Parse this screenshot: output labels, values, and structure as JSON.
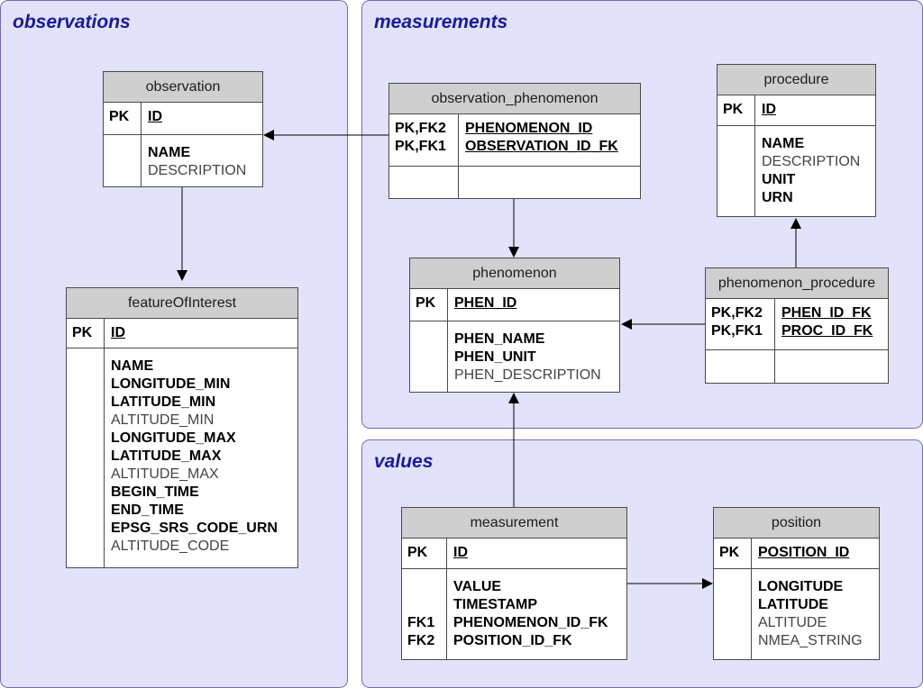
{
  "groups": {
    "observations": "observations",
    "measurements": "measurements",
    "values": "values"
  },
  "tables": {
    "observation": {
      "name": "observation",
      "pk_key": "PK",
      "pk_field": "ID",
      "body_keys": [
        "",
        ""
      ],
      "body_fields": [
        "NAME",
        "DESCRIPTION"
      ]
    },
    "featureOfInterest": {
      "name": "featureOfInterest",
      "pk_key": "PK",
      "pk_field": "ID",
      "body_fields": [
        "NAME",
        "LONGITUDE_MIN",
        "LATITUDE_MIN",
        "ALTITUDE_MIN",
        "LONGITUDE_MAX",
        "LATITUDE_MAX",
        "ALTITUDE_MAX",
        "BEGIN_TIME",
        "END_TIME",
        "EPSG_SRS_CODE_URN",
        "ALTITUDE_CODE"
      ]
    },
    "observation_phenomenon": {
      "name": "observation_phenomenon",
      "pk_keys": [
        "PK,FK2",
        "PK,FK1"
      ],
      "pk_fields": [
        "PHENOMENON_ID",
        "OBSERVATION_ID_FK"
      ]
    },
    "phenomenon": {
      "name": "phenomenon",
      "pk_key": "PK",
      "pk_field": "PHEN_ID",
      "body_fields": [
        "PHEN_NAME",
        "PHEN_UNIT",
        "PHEN_DESCRIPTION"
      ]
    },
    "procedure": {
      "name": "procedure",
      "pk_key": "PK",
      "pk_field": "ID",
      "body_fields": [
        "NAME",
        "DESCRIPTION",
        "UNIT",
        "URN"
      ]
    },
    "phenomenon_procedure": {
      "name": "phenomenon_procedure",
      "pk_keys": [
        "PK,FK2",
        "PK,FK1"
      ],
      "pk_fields": [
        "PHEN_ID_FK",
        "PROC_ID_FK"
      ]
    },
    "measurement": {
      "name": "measurement",
      "pk_key": "PK",
      "pk_field": "ID",
      "body_keys": [
        "",
        "",
        "FK1",
        "FK2"
      ],
      "body_fields": [
        "VALUE",
        "TIMESTAMP",
        "PHENOMENON_ID_FK",
        "POSITION_ID_FK"
      ]
    },
    "position": {
      "name": "position",
      "pk_key": "PK",
      "pk_field": "POSITION_ID",
      "body_fields": [
        "LONGITUDE",
        "LATITUDE",
        "ALTITUDE",
        "NMEA_STRING"
      ]
    }
  }
}
